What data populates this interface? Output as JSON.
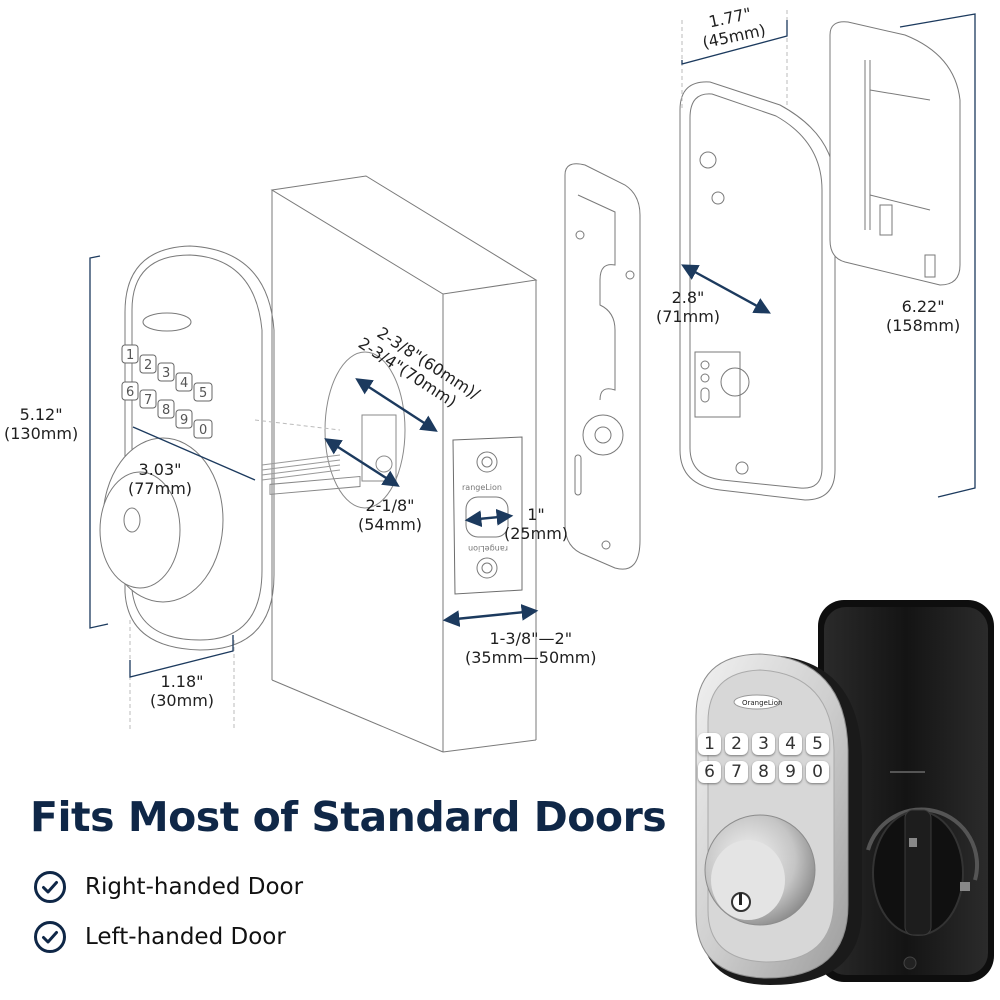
{
  "headline": "Fits Most of Standard Doors",
  "features": [
    {
      "icon": "check-circle-icon",
      "label": "Right-handed Door"
    },
    {
      "icon": "check-circle-icon",
      "label": "Left-handed Door"
    }
  ],
  "dimensions": {
    "exterior_height": {
      "imperial": "5.12\"",
      "metric": "(130mm)"
    },
    "exterior_width": {
      "imperial": "3.03\"",
      "metric": "(77mm)"
    },
    "exterior_depth": {
      "imperial": "1.18\"",
      "metric": "(30mm)"
    },
    "backset": {
      "imperial": "2-3/8\"(60mm)/",
      "metric": "2-3/4\"(70mm)"
    },
    "bore_hole": {
      "imperial": "2-1/8\"",
      "metric": "(54mm)"
    },
    "latch_hole": {
      "imperial": "1\"",
      "metric": "(25mm)"
    },
    "door_thickness": {
      "imperial": "1-3/8\"—2\"",
      "metric": "(35mm—50mm)"
    },
    "interior_depth": {
      "imperial": "1.77\"",
      "metric": "(45mm)"
    },
    "interior_width": {
      "imperial": "2.8\"",
      "metric": "(71mm)"
    },
    "interior_height": {
      "imperial": "6.22\"",
      "metric": "(158mm)"
    }
  },
  "keypad": {
    "row1": [
      "1",
      "2",
      "3",
      "4",
      "5"
    ],
    "row2": [
      "6",
      "7",
      "8",
      "9",
      "0"
    ]
  },
  "brand": "OrangeLion",
  "colors": {
    "navy": "#0f2747",
    "dimension_line": "#1c3a5e",
    "outline": "#6b6b6b",
    "satin_nickel": "#c9c9c9",
    "interior_black": "#151515"
  }
}
